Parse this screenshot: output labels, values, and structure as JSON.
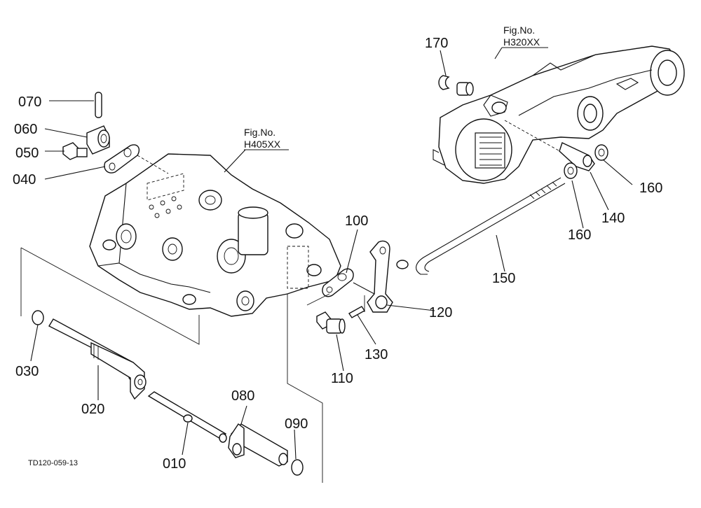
{
  "labels": {
    "p010": "010",
    "p020": "020",
    "p030": "030",
    "p040": "040",
    "p050": "050",
    "p060": "060",
    "p070": "070",
    "p080": "080",
    "p090": "090",
    "p100": "100",
    "p110": "110",
    "p120": "120",
    "p130": "130",
    "p140": "140",
    "p150": "150",
    "p160a": "160",
    "p160b": "160",
    "p170": "170"
  },
  "figures": {
    "upper_fig_label": "Fig.No.",
    "upper_fig_code": "H320XX",
    "center_fig_label": "Fig.No.",
    "center_fig_code": "H405XX"
  },
  "drawing_code": "TD120-059-13"
}
